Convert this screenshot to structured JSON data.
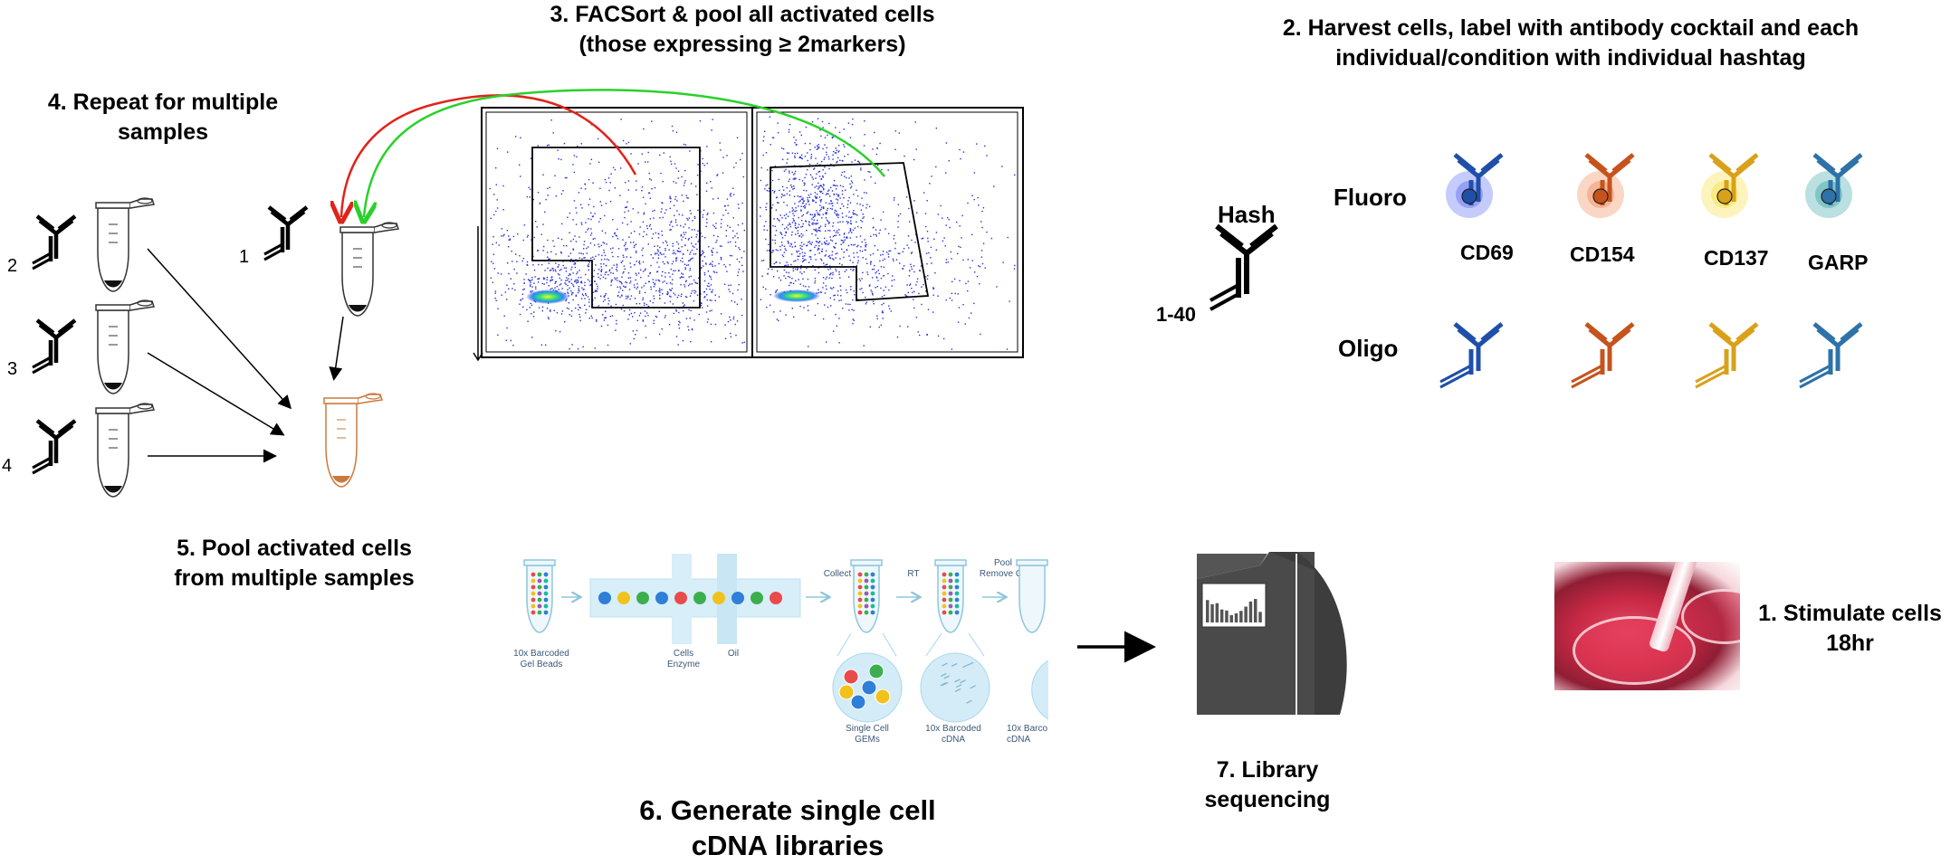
{
  "steps": {
    "s1": {
      "line1": "1. Stimulate cells",
      "line2": "18hr"
    },
    "s2": {
      "line1": "2. Harvest cells, label with antibody cocktail and each",
      "line2": "individual/condition with individual hashtag"
    },
    "s3": {
      "line1": "3. FACSort & pool all activated cells",
      "line2": "(those expressing ≥ 2markers)"
    },
    "s4": {
      "line1": "4. Repeat for multiple",
      "line2": "samples"
    },
    "s5": {
      "line1": "5. Pool activated cells",
      "line2": "from multiple samples"
    },
    "s6": {
      "line1": "6. Generate single cell",
      "line2": "cDNA libraries"
    },
    "s7": {
      "line1": "7. Library",
      "line2": "sequencing"
    }
  },
  "hash": {
    "label": "Hash",
    "range": "1-40"
  },
  "rows": {
    "fluoro": "Fluoro",
    "oligo": "Oligo"
  },
  "markers": [
    {
      "name": "CD69",
      "color": "#1f4fa8",
      "glow": "#5a6cf5"
    },
    {
      "name": "CD154",
      "color": "#c6531c",
      "glow": "#f28a5a"
    },
    {
      "name": "CD137",
      "color": "#d9a11a",
      "glow": "#f5e040"
    },
    {
      "name": "GARP",
      "color": "#2d72a8",
      "glow": "#3aa7a8"
    }
  ],
  "samples": [
    "2",
    "3",
    "4",
    "1"
  ],
  "gem": {
    "gel_beads": "10x Barcoded\nGel Beads",
    "cells": "Cells\nEnzyme",
    "oil": "Oil",
    "collect": "Collect",
    "rt": "RT",
    "pool": "Pool\nRemove Oil",
    "gems": "Single Cell\nGEMs",
    "cdna1": "10x Barcoded\ncDNA",
    "cdna2": "10x Barco\ncDNA"
  },
  "colors": {
    "red_arrow": "#e0231b",
    "green_arrow": "#2ad12a",
    "pool_tube": "#c97a3e"
  }
}
